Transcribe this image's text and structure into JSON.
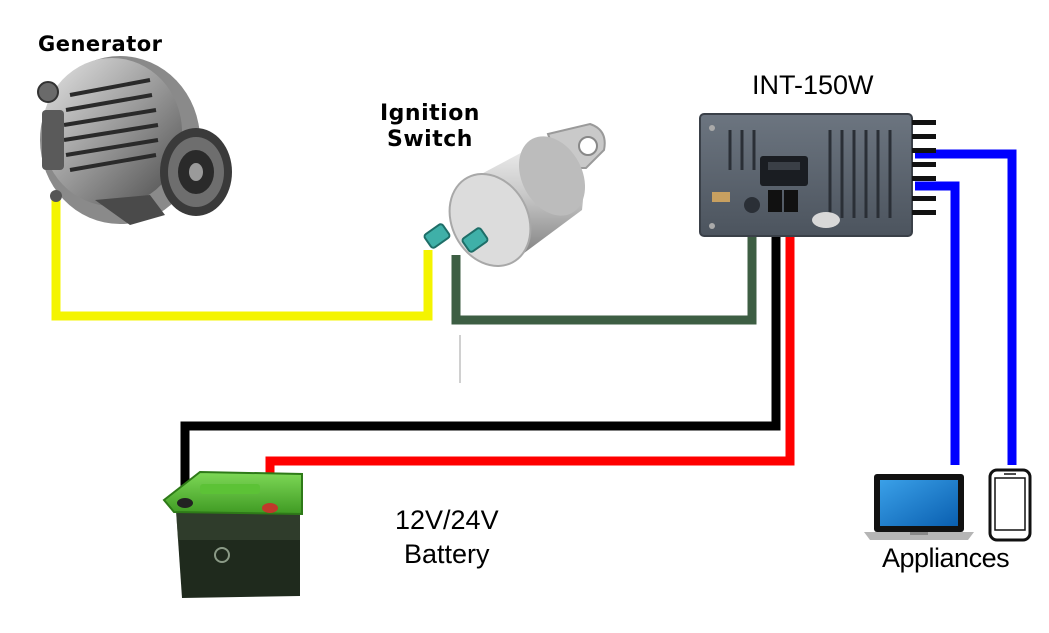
{
  "labels": {
    "generator": "Generator",
    "ignition_line1": "Ignition",
    "ignition_line2": "Switch",
    "inverter": "INT-150W",
    "battery_line1": "12V/24V",
    "battery_line2": "Battery",
    "appliances": "Appliances"
  },
  "wires": [
    {
      "from": "generator",
      "to": "ignition-switch",
      "color": "#f4f400"
    },
    {
      "from": "ignition-switch",
      "to": "inverter",
      "color": "#3d5e43"
    },
    {
      "from": "battery-negative",
      "to": "inverter",
      "color": "#000000"
    },
    {
      "from": "battery-positive",
      "to": "inverter",
      "color": "#ff0000"
    },
    {
      "from": "inverter",
      "to": "laptop",
      "color": "#0000ff"
    },
    {
      "from": "inverter",
      "to": "phone",
      "color": "#0000ff"
    }
  ],
  "colors": {
    "yellow_wire": "#f4f400",
    "green_wire": "#3d5e43",
    "black_wire": "#000000",
    "red_wire": "#ff0000",
    "blue_wire": "#0000ff",
    "battery_green": "#4caf2a",
    "inverter_body": "#5a6470"
  },
  "icons": {
    "generator": "alternator-icon",
    "ignition_switch": "ignition-switch-icon",
    "inverter": "inverter-icon",
    "battery": "battery-icon",
    "laptop": "laptop-icon",
    "phone": "phone-icon"
  }
}
